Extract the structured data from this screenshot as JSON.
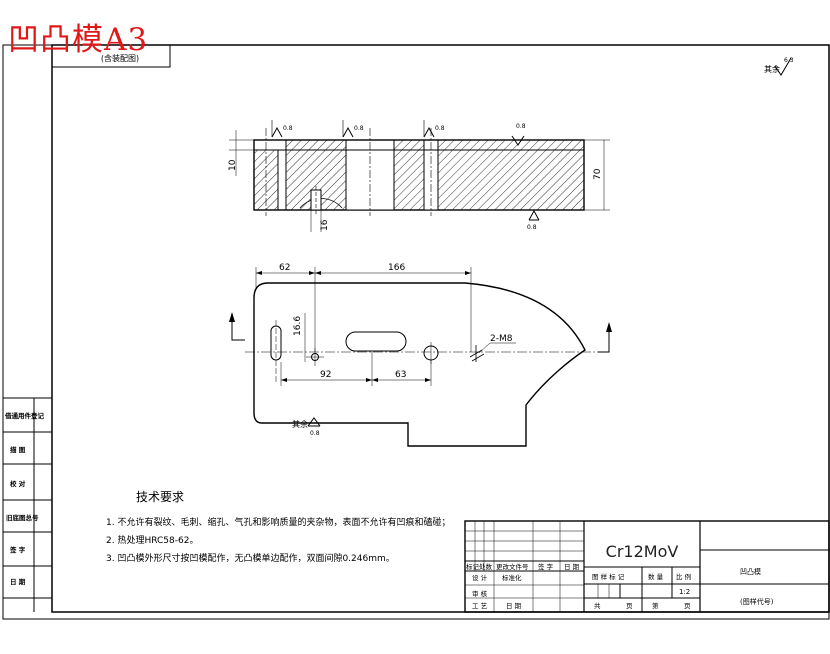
{
  "title": "凹凸模A3",
  "header_box": "(含装配图)",
  "surface_note": {
    "label": "其余",
    "value": "6.3"
  },
  "roughness": {
    "top": "0.8",
    "bottom": "0.8",
    "side": "0.8"
  },
  "section_dims": {
    "step": "10",
    "height": "70",
    "pin": "16"
  },
  "plan_dims": {
    "d62": "62",
    "d166": "166",
    "d16_6": "16.6",
    "d92": "92",
    "d63": "63",
    "thread": "2-M8"
  },
  "plan_surface": {
    "label": "其余",
    "value": "0.8"
  },
  "left_cells": [
    "借通用件登记",
    "描 图",
    "校 对",
    "旧底图总号",
    "签 字",
    "日 期"
  ],
  "tech_req": {
    "heading": "技术要求",
    "items": [
      "1. 不允许有裂纹、毛刺、缩孔、气孔和影响质量的夹杂物，表面不允许有凹痕和磕碰；",
      "2. 热处理HRC58-62。",
      "3. 凹凸模外形尺寸按凹模配作，无凸模单边配作，双面间隙0.246mm。"
    ]
  },
  "title_block": {
    "material": "Cr12MoV",
    "part_name": "凹凸模",
    "drawing_no": "(图样代号)",
    "scale": "1:2",
    "headers": [
      "图 样 标 记",
      "数 量",
      "比 例"
    ],
    "rev_cols": [
      "标记处数",
      "更改文件号",
      "签 字",
      "日 期"
    ],
    "roles": [
      "设 计",
      "审 核",
      "工 艺"
    ],
    "std": "标准化",
    "date": "日 期",
    "sheet_total": "共",
    "sheet_no": "第",
    "page": "页"
  }
}
